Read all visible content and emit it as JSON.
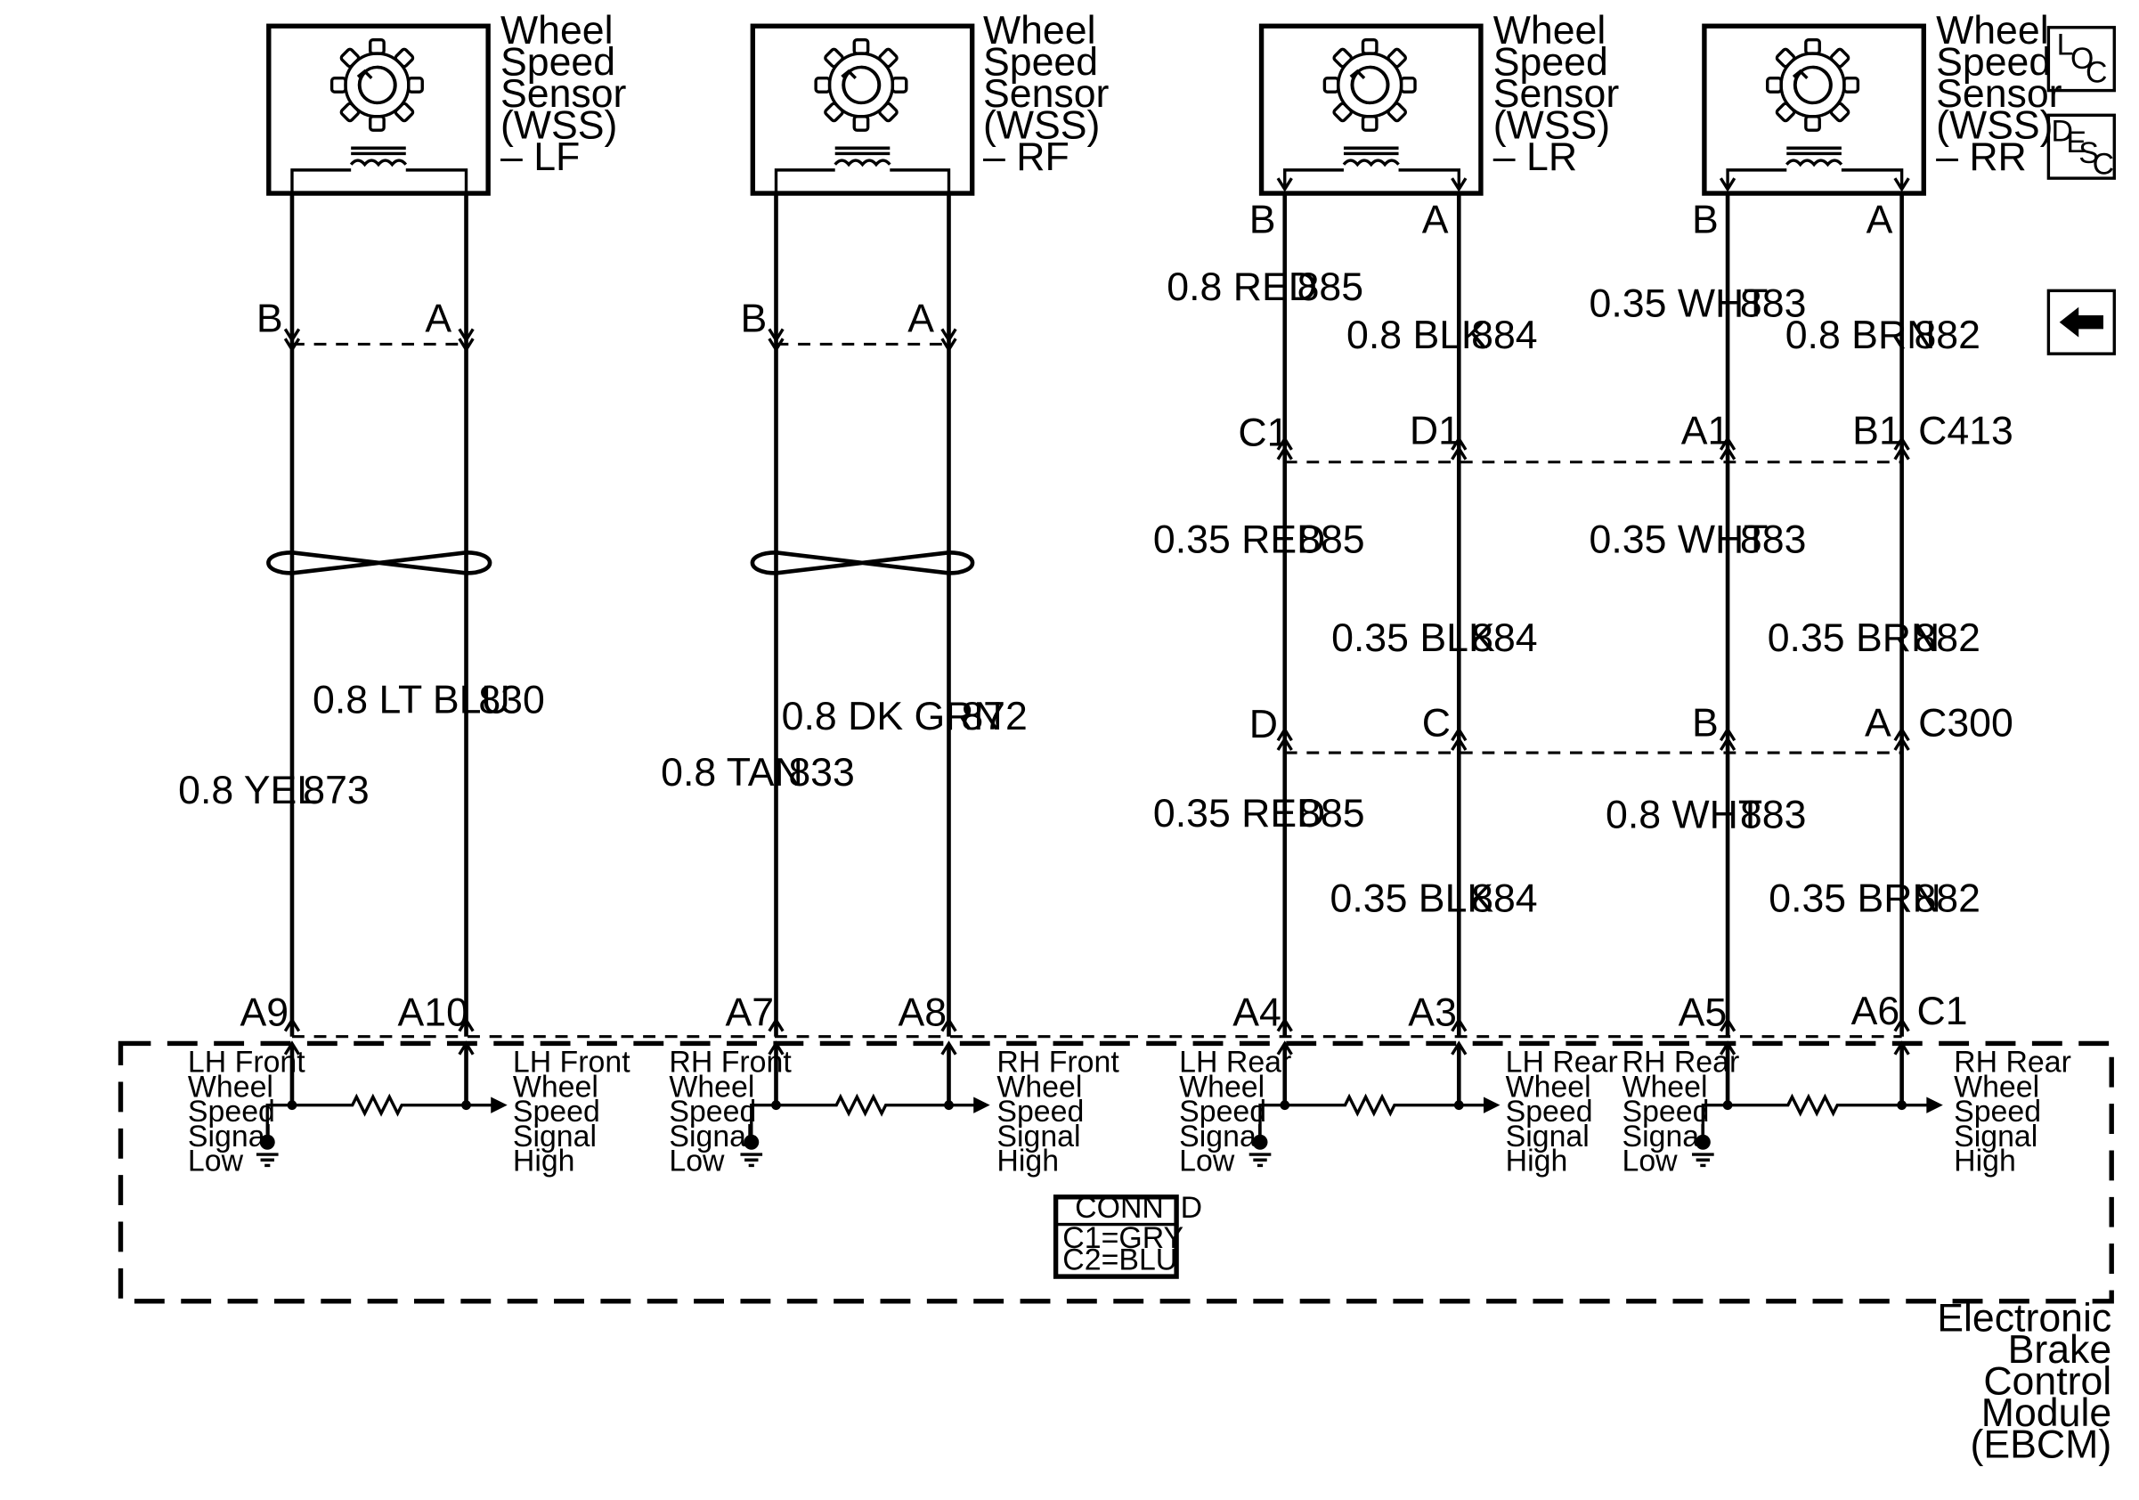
{
  "sensors": [
    {
      "title": [
        "Wheel",
        "Speed",
        "Sensor",
        "(WSS)",
        "– LF"
      ],
      "pin_left": "B",
      "pin_right": "A"
    },
    {
      "title": [
        "Wheel",
        "Speed",
        "Sensor",
        "(WSS)",
        "– RF"
      ],
      "pin_left": "B",
      "pin_right": "A"
    },
    {
      "title": [
        "Wheel",
        "Speed",
        "Sensor",
        "(WSS)",
        "– LR"
      ],
      "pin_left": "B",
      "pin_right": "A"
    },
    {
      "title": [
        "Wheel",
        "Speed",
        "Sensor",
        "(WSS)",
        "– RR"
      ],
      "pin_left": "B",
      "pin_right": "A"
    }
  ],
  "side_icons": {
    "loc": [
      "L",
      "O",
      "C"
    ],
    "desc": [
      "D",
      "E",
      "S",
      "C"
    ],
    "back": "arrow-left-icon"
  },
  "front_wires": {
    "lf_a": {
      "gauge_color": "0.8 LT BLU",
      "circuit": "830"
    },
    "lf_b": {
      "gauge_color": "0.8 YEL",
      "circuit": "873"
    },
    "rf_a": {
      "gauge_color": "0.8 DK GRN",
      "circuit": "872"
    },
    "rf_b": {
      "gauge_color": "0.8 TAN",
      "circuit": "833"
    }
  },
  "rear_top": [
    {
      "gauge_color": "0.8 RED",
      "circuit": "885"
    },
    {
      "gauge_color": "0.8 BLK",
      "circuit": "884"
    },
    {
      "gauge_color": "0.35 WHT",
      "circuit": "883"
    },
    {
      "gauge_color": "0.8 BRN",
      "circuit": "882"
    }
  ],
  "c413": {
    "name": "C413",
    "pins": [
      "C1",
      "D1",
      "A1",
      "B1"
    ]
  },
  "rear_mid": [
    {
      "gauge_color": "0.35 RED",
      "circuit": "885"
    },
    {
      "gauge_color": "0.35 BLK",
      "circuit": "884"
    },
    {
      "gauge_color": "0.35 WHT",
      "circuit": "883"
    },
    {
      "gauge_color": "0.35 BRN",
      "circuit": "882"
    }
  ],
  "c300": {
    "name": "C300",
    "pins": [
      "D",
      "C",
      "B",
      "A"
    ]
  },
  "rear_low": [
    {
      "gauge_color": "0.35 RED",
      "circuit": "885"
    },
    {
      "gauge_color": "0.35 BLK",
      "circuit": "884"
    },
    {
      "gauge_color": "0.8 WHT",
      "circuit": "883"
    },
    {
      "gauge_color": "0.35 BRN",
      "circuit": "882"
    }
  ],
  "ebcm_conn": {
    "name": "C1",
    "pins": [
      "A9",
      "A10",
      "A7",
      "A8",
      "A4",
      "A3",
      "A5",
      "A6"
    ]
  },
  "signals": [
    [
      "LH Front",
      "Wheel",
      "Speed",
      "Signal",
      "Low"
    ],
    [
      "LH Front",
      "Wheel",
      "Speed",
      "Signal",
      "High"
    ],
    [
      "RH Front",
      "Wheel",
      "Speed",
      "Signal",
      "Low"
    ],
    [
      "RH Front",
      "Wheel",
      "Speed",
      "Signal",
      "High"
    ],
    [
      "LH Rear",
      "Wheel",
      "Speed",
      "Signal",
      "Low"
    ],
    [
      "LH Rear",
      "Wheel",
      "Speed",
      "Signal",
      "High"
    ],
    [
      "RH Rear",
      "Wheel",
      "Speed",
      "Signal",
      "Low"
    ],
    [
      "RH Rear",
      "Wheel",
      "Speed",
      "Signal",
      "High"
    ]
  ],
  "conn_id": {
    "title": "CONN ID",
    "lines": [
      "C1=GRY",
      "C2=BLU"
    ]
  },
  "module": [
    "Electronic",
    "Brake",
    "Control",
    "Module",
    "(EBCM)"
  ]
}
